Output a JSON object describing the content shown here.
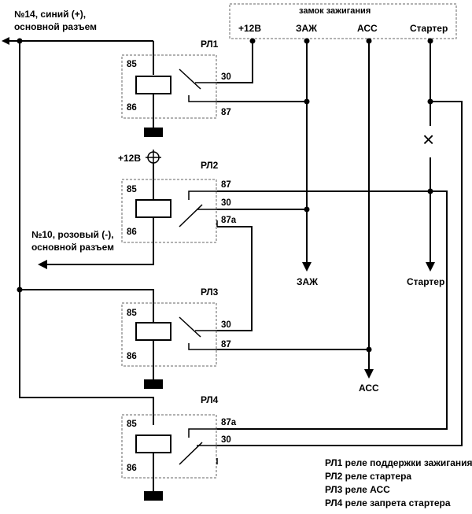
{
  "ignition_switch": {
    "title": "замок зажигания",
    "terminals": [
      "+12В",
      "ЗАЖ",
      "АСС",
      "Стартер"
    ]
  },
  "connectors": {
    "top_left_line1": "№14, синий (+),",
    "top_left_line2": "основной разъем",
    "mid_left_line1": "№10, розовый (-),",
    "mid_left_line2": "основной разъем"
  },
  "power_label": "+12В",
  "relays": [
    {
      "name": "РЛ1",
      "coil_pins": [
        "85",
        "86"
      ],
      "contacts": [
        "30",
        "87"
      ]
    },
    {
      "name": "РЛ2",
      "coil_pins": [
        "85",
        "86"
      ],
      "contacts": [
        "87",
        "30",
        "87a"
      ]
    },
    {
      "name": "РЛ3",
      "coil_pins": [
        "85",
        "86"
      ],
      "contacts": [
        "30",
        "87"
      ]
    },
    {
      "name": "РЛ4",
      "coil_pins": [
        "85",
        "86"
      ],
      "contacts": [
        "87a",
        "30"
      ]
    }
  ],
  "outputs": {
    "zazh": "ЗАЖ",
    "starter": "Стартер",
    "acc": "АСС"
  },
  "break_mark": "×",
  "legend": [
    "РЛ1 реле поддержки зажигания",
    "РЛ2 реле стартера",
    "РЛ3 реле АСС",
    "РЛ4 реле запрета стартера"
  ]
}
